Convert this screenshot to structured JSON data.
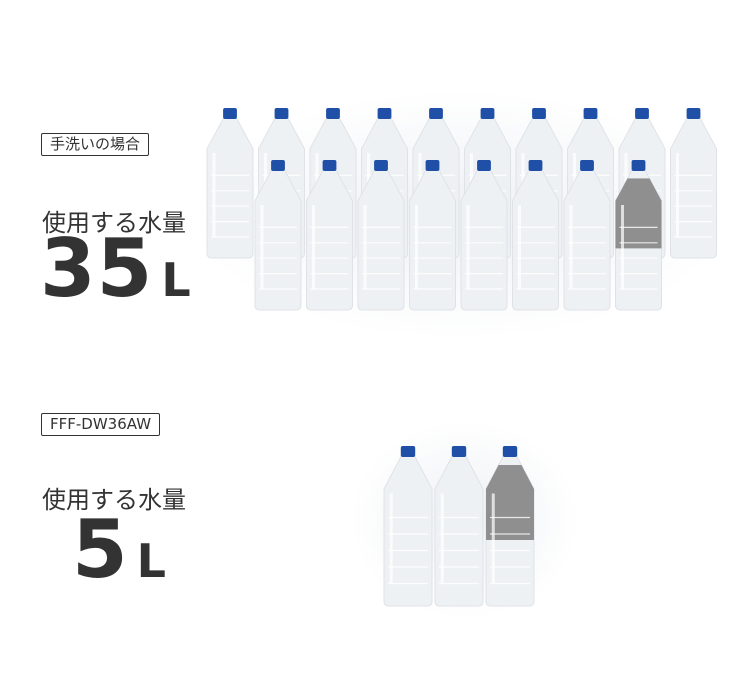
{
  "handwash": {
    "tag": "手洗いの場合",
    "usage_label": "使用する水量",
    "amount_value": "35",
    "amount_unit": "L",
    "bottles_total": 18,
    "bottles_partial_fill": 0.5
  },
  "product": {
    "tag": "FFF-DW36AW",
    "usage_label": "使用する水量",
    "amount_value": "5",
    "amount_unit": "L",
    "bottles_total": 3,
    "bottles_partial_fill": 0.5
  },
  "colors": {
    "text": "#333333",
    "cap": "#1f4fa6",
    "bottle_filled": "#eef1f4",
    "bottle_partial": "#8f8f8f"
  },
  "icons": [
    "water-bottle-icon"
  ]
}
